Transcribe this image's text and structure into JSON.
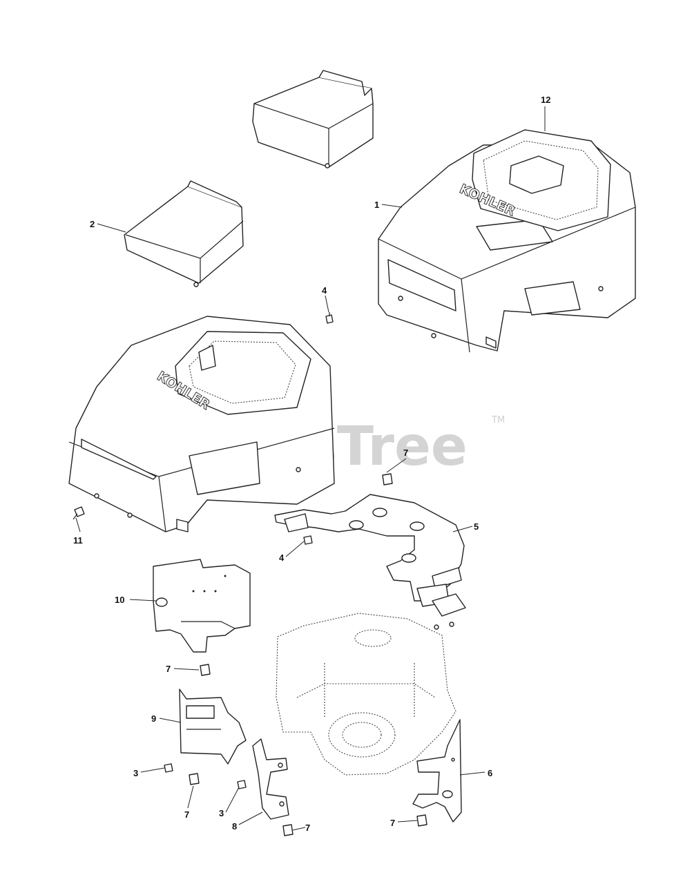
{
  "watermark": {
    "text": "PartsTree",
    "trademark": "TM"
  },
  "brand_marking": "KOHLER",
  "callouts": {
    "c1": "1",
    "c2": "2",
    "c3a": "3",
    "c3b": "3",
    "c4a": "4",
    "c4b": "4",
    "c5": "5",
    "c6": "6",
    "c7a": "7",
    "c7b": "7",
    "c7c": "7",
    "c7d": "7",
    "c7e": "7",
    "c8": "8",
    "c9": "9",
    "c10": "10",
    "c11": "11",
    "c12": "12"
  }
}
